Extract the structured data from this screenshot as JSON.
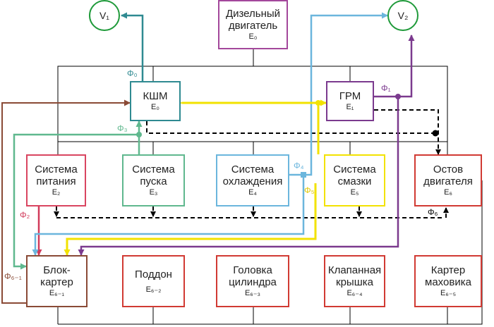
{
  "nodes": {
    "v1": "V₁",
    "v2": "V₂",
    "engine": {
      "l1": "Дизельный",
      "l2": "двигатель",
      "l3": "E₀"
    },
    "kshm": {
      "l1": "КШМ",
      "l2": "E₀"
    },
    "grm": {
      "l1": "ГРМ",
      "l2": "E₁"
    },
    "pit": {
      "l1": "Система",
      "l2": "питания",
      "l3": "E₂"
    },
    "pusk": {
      "l1": "Система",
      "l2": "пуска",
      "l3": "E₃"
    },
    "ohl": {
      "l1": "Система",
      "l2": "охлаждения",
      "l3": "E₄"
    },
    "smaz": {
      "l1": "Система",
      "l2": "смазки",
      "l3": "E₅"
    },
    "ostov": {
      "l1": "Остов",
      "l2": "двигателя",
      "l3": "E₆"
    },
    "block": {
      "l1": "Блок-",
      "l2": "картер",
      "l3": "E₆₋₁"
    },
    "poddon": {
      "l1": "Поддон",
      "l3": "E₆₋₂"
    },
    "golovka": {
      "l1": "Головка",
      "l2": "цилиндра",
      "l3": "E₆₋₃"
    },
    "klapan": {
      "l1": "Клапанная",
      "l2": "крышка",
      "l3": "E₆₋₄"
    },
    "karter": {
      "l1": "Картер",
      "l2": "маховика",
      "l3": "E₆₋₅"
    }
  },
  "flows": {
    "f0": "Φ₀",
    "f1": "Φ₁",
    "f2": "Φ₂",
    "f3": "Φ₃",
    "f4": "Φ₄",
    "f5": "Φ₅",
    "f6": "Φ₆",
    "f61": "Φ₆₋₁"
  },
  "colors": {
    "teal": "#2f8a91",
    "violet": "#7b3a8e",
    "pink": "#d13a5a",
    "green": "#5fb88e",
    "sky": "#6bb6dd",
    "yellow": "#f2e200",
    "brown": "#8a4a36",
    "red": "#d13a33",
    "black": "#000000"
  }
}
